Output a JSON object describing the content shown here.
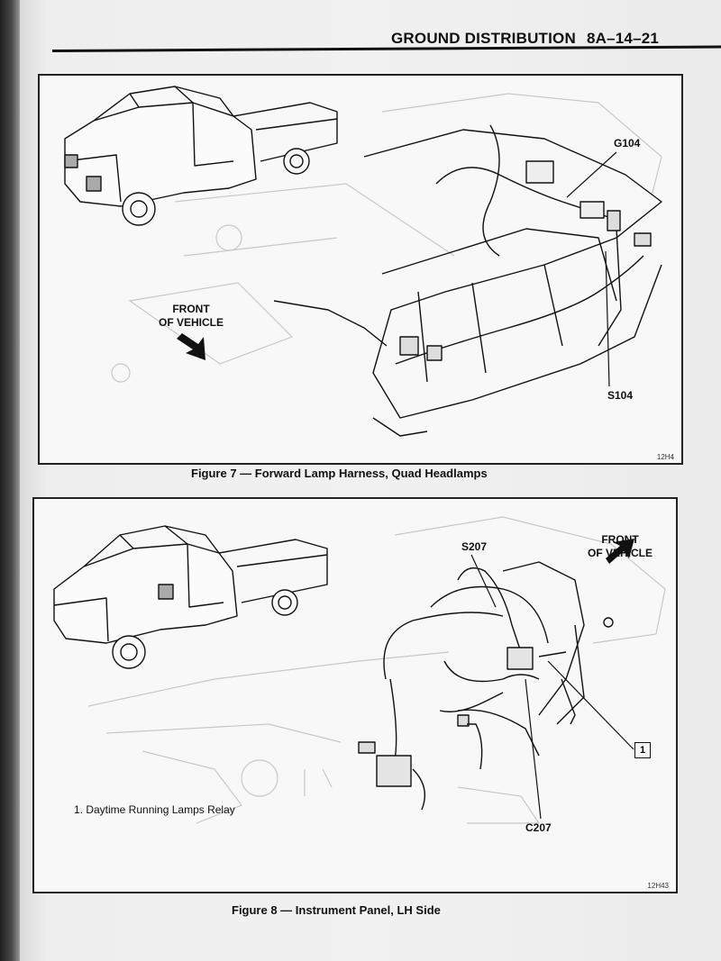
{
  "header": {
    "title": "GROUND DISTRIBUTION",
    "page_number": "8A–14–21"
  },
  "figure7": {
    "caption": "Figure 7 — Forward Lamp Harness, Quad Headlamps",
    "code": "12H4",
    "labels": {
      "ground": "G104",
      "splice": "S104",
      "front_line1": "FRONT",
      "front_line2": "OF VEHICLE"
    }
  },
  "figure8": {
    "caption": "Figure 8 — Instrument Panel, LH Side",
    "code": "12H43",
    "labels": {
      "splice": "S207",
      "connector": "C207",
      "front_line1": "FRONT",
      "front_line2": "OF VEHICLE",
      "callout": "1"
    },
    "legend": "1.  Daytime Running Lamps Relay"
  }
}
